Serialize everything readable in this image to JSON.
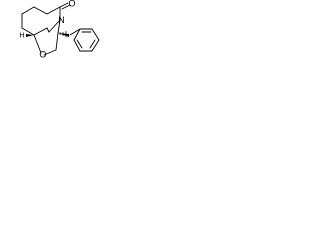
{
  "molecule": {
    "atoms": {
      "N": "N",
      "O_ring": "O",
      "O_carbonyl": "O",
      "H": "H"
    },
    "colors": {
      "bond": "#000000",
      "text": "#000000",
      "background": "#ffffff"
    }
  }
}
